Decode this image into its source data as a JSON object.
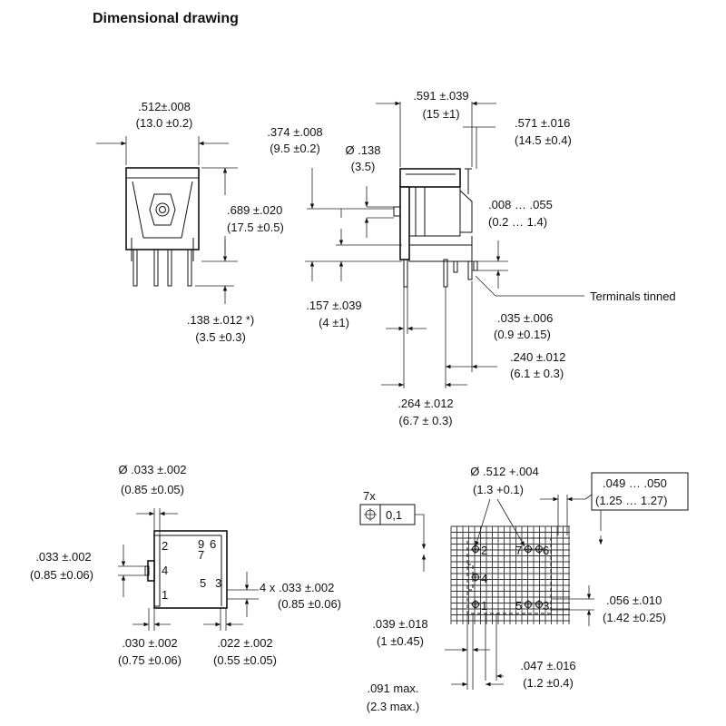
{
  "title": "Dimensional drawing",
  "front_view": {
    "width_in": ".512±.008",
    "width_mm": "(13.0 ±0.2)",
    "height_in": ".689 ±.020",
    "height_mm": "(17.5 ±0.5)",
    "pin_in": ".138 ±.012 *)",
    "pin_mm": "(3.5 ±0.3)"
  },
  "side_view": {
    "d1_in": ".591 ±.039",
    "d1_mm": "(15 ±1)",
    "d2_in": ".374 ±.008",
    "d2_mm": "(9.5 ±0.2)",
    "d3_in": "Ø .138",
    "d3_mm": "(3.5)",
    "d4_in": ".571 ±.016",
    "d4_mm": "(14.5 ±0.4)",
    "d5_in": ".008 … .055",
    "d5_mm": "(0.2 … 1.4)",
    "terminals_label": "Terminals tinned",
    "d6_in": ".157 ±.039",
    "d6_mm": "(4 ±1)",
    "d7_in": ".035 ±.006",
    "d7_mm": "(0.9 ±0.15)",
    "d8_in": ".240 ±.012",
    "d8_mm": "(6.1 ± 0.3)",
    "d9_in": ".264 ±.012",
    "d9_mm": "(6.7 ± 0.3)"
  },
  "bottom_view": {
    "dia_in": "Ø .033 ±.002",
    "dia_mm": "(0.85 ±0.05)",
    "left_in": ".033 ±.002",
    "left_mm": "(0.85 ±0.06)",
    "right_in": "4 x .033 ±.002",
    "right_mm": "(0.85 ±0.06)",
    "b1_in": ".030 ±.002",
    "b1_mm": "(0.75 ±0.06)",
    "b2_in": ".022 ±.002",
    "b2_mm": "(0.55 ±0.05)",
    "pins": [
      "2",
      "4",
      "1",
      "9",
      "7",
      "6",
      "5",
      "3"
    ]
  },
  "pcb_layout": {
    "tol_count": "7x",
    "tol_value": "0,1",
    "hole_in": "Ø .512 +.004",
    "hole_mm": "(1.3 +0.1)",
    "pitch_in": ".049 … .050",
    "pitch_mm": "(1.25 … 1.27)",
    "r1_in": ".056 ±.010",
    "r1_mm": "(1.42 ±0.25)",
    "l1_in": ".039 ±.018",
    "l1_mm": "(1 ±0.45)",
    "b1_in": ".047 ±.016",
    "b1_mm": "(1.2 ±0.4)",
    "max_in": ".091 max.",
    "max_mm": "(2.3 max.)",
    "pins": [
      "2",
      "7",
      "6",
      "4",
      "1",
      "5",
      "3"
    ]
  }
}
